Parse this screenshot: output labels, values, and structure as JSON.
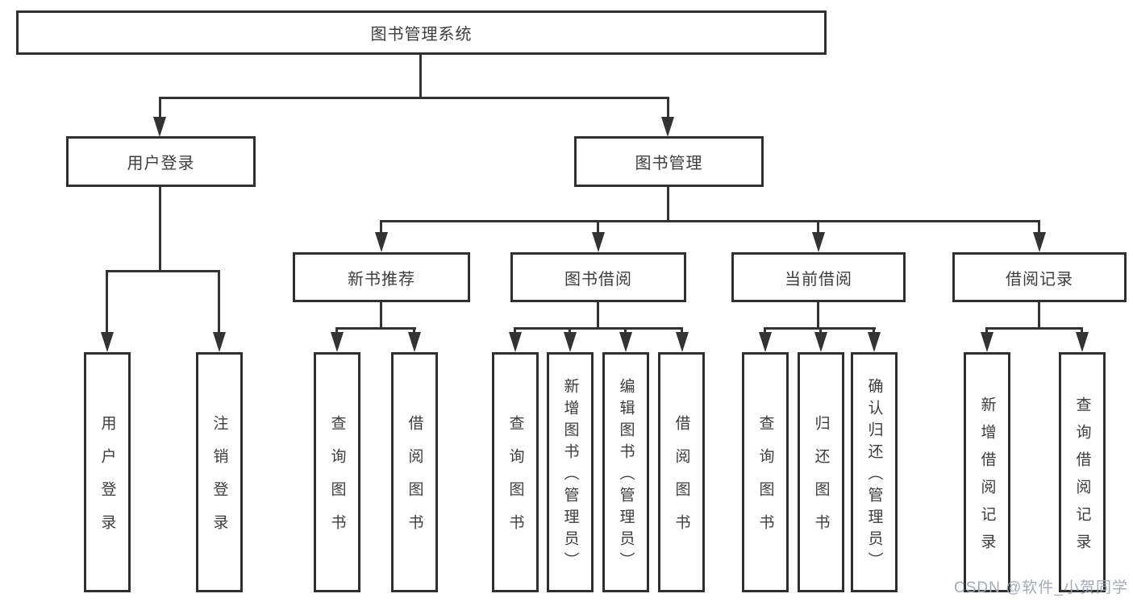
{
  "watermark": "CSDN @软件_小贺同学",
  "colors": {
    "line": "#333333",
    "text": "#3d3d3d",
    "box_background": "#ffffff",
    "watermark": "#9ea5b2"
  },
  "tree": {
    "root": {
      "label": "图书管理系统"
    },
    "branches": [
      {
        "label": "用户登录",
        "children": [
          {
            "label": "用户登录"
          },
          {
            "label": "注销登录"
          }
        ]
      },
      {
        "label": "图书管理",
        "children": [
          {
            "label": "新书推荐",
            "children": [
              {
                "label": "查询图书"
              },
              {
                "label": "借阅图书"
              }
            ]
          },
          {
            "label": "图书借阅",
            "children": [
              {
                "label": "查询图书"
              },
              {
                "label": "新增图书（管理员）"
              },
              {
                "label": "编辑图书（管理员）"
              },
              {
                "label": "借阅图书"
              }
            ]
          },
          {
            "label": "当前借阅",
            "children": [
              {
                "label": "查询图书"
              },
              {
                "label": "归还图书"
              },
              {
                "label": "确认归还（管理员）"
              }
            ]
          },
          {
            "label": "借阅记录",
            "children": [
              {
                "label": "新增借阅记录"
              },
              {
                "label": "查询借阅记录"
              }
            ]
          }
        ]
      }
    ]
  }
}
